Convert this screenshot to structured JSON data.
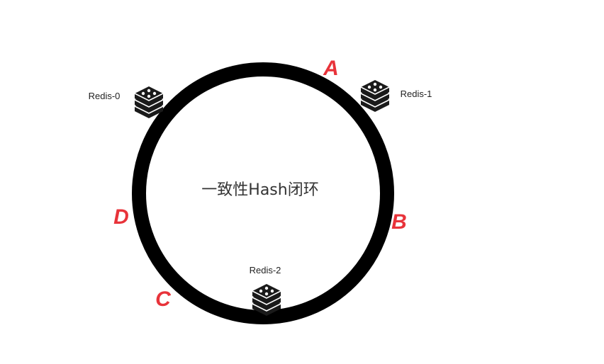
{
  "ring": {
    "title": "一致性Hash闭环"
  },
  "servers": [
    {
      "label": "Redis-0",
      "icon": "redis-server-icon"
    },
    {
      "label": "Redis-1",
      "icon": "redis-server-icon"
    },
    {
      "label": "Redis-2",
      "icon": "redis-server-icon"
    }
  ],
  "nodes": [
    {
      "label": "A"
    },
    {
      "label": "B"
    },
    {
      "label": "C"
    },
    {
      "label": "D"
    }
  ],
  "colors": {
    "ring": "#000000",
    "node_label": "#e8333a",
    "icon": "#1a1a1a"
  }
}
